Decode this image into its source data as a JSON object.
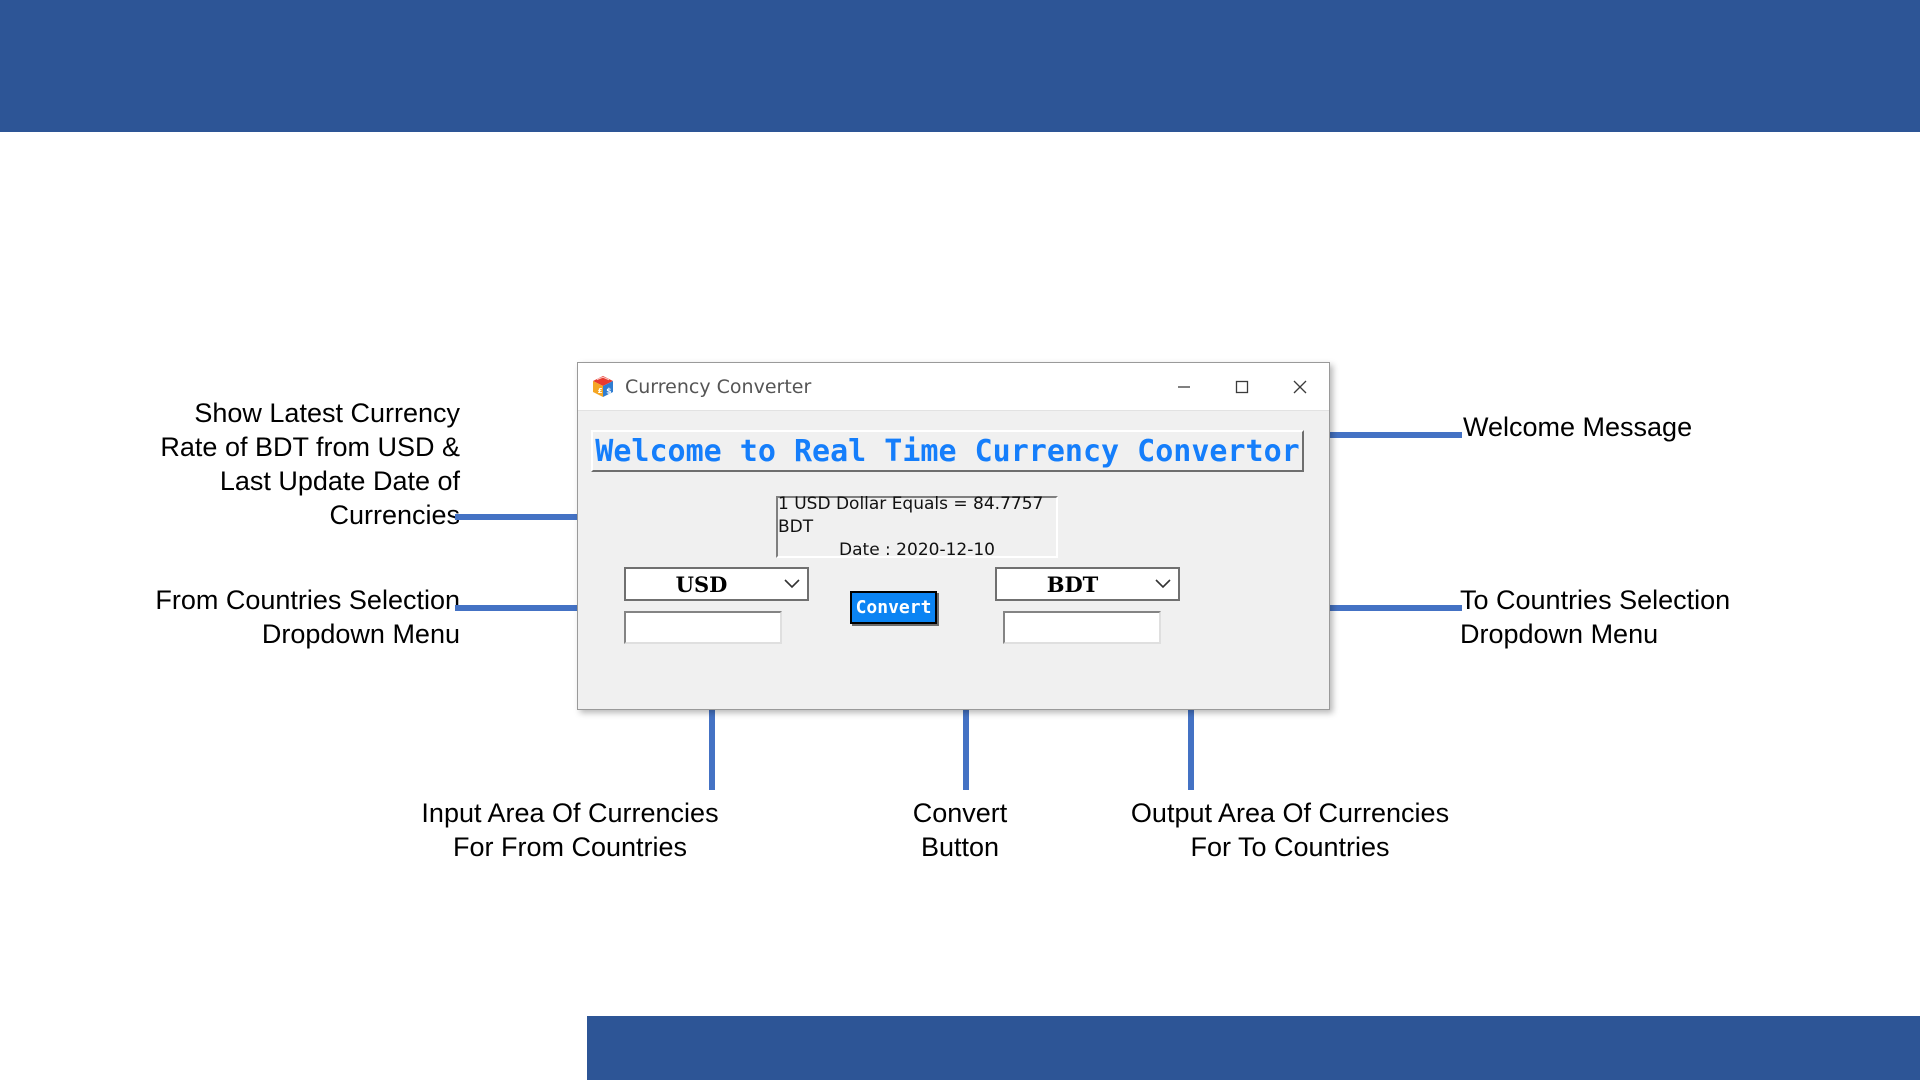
{
  "slide": {
    "band_color": "#2D5596"
  },
  "annotations": [
    {
      "id": "rate",
      "text": "Show Latest Currency\nRate  of BDT from USD &\nLast Update Date of\nCurrencies"
    },
    {
      "id": "from",
      "text": "From Countries Selection\nDropdown Menu"
    },
    {
      "id": "welcome",
      "text": "Welcome Message"
    },
    {
      "id": "to",
      "text": "To Countries Selection\nDropdown Menu"
    },
    {
      "id": "input",
      "text": "Input Area Of Currencies\nFor From Countries"
    },
    {
      "id": "convert",
      "text": "Convert\nButton"
    },
    {
      "id": "output",
      "text": "Output Area Of Currencies\nFor To Countries"
    }
  ],
  "arrow_color": "#4472C4",
  "window": {
    "title": "Currency Converter",
    "icon": "currency-cube-icon",
    "controls": {
      "minimize": "─",
      "maximize": "☐",
      "close": "✕"
    },
    "welcome_message": "Welcome to Real Time Currency Convertor",
    "welcome_color": "#157EFB",
    "rate": {
      "line1": "1 USD Dollar Equals = 84.7757 BDT",
      "line2": "Date : 2020-12-10"
    },
    "from_currency": "USD",
    "to_currency": "BDT",
    "from_input_value": "",
    "from_input_placeholder": "",
    "to_output_value": "",
    "to_output_placeholder": "",
    "convert_label": "Convert",
    "convert_color": "#0B84F3"
  }
}
